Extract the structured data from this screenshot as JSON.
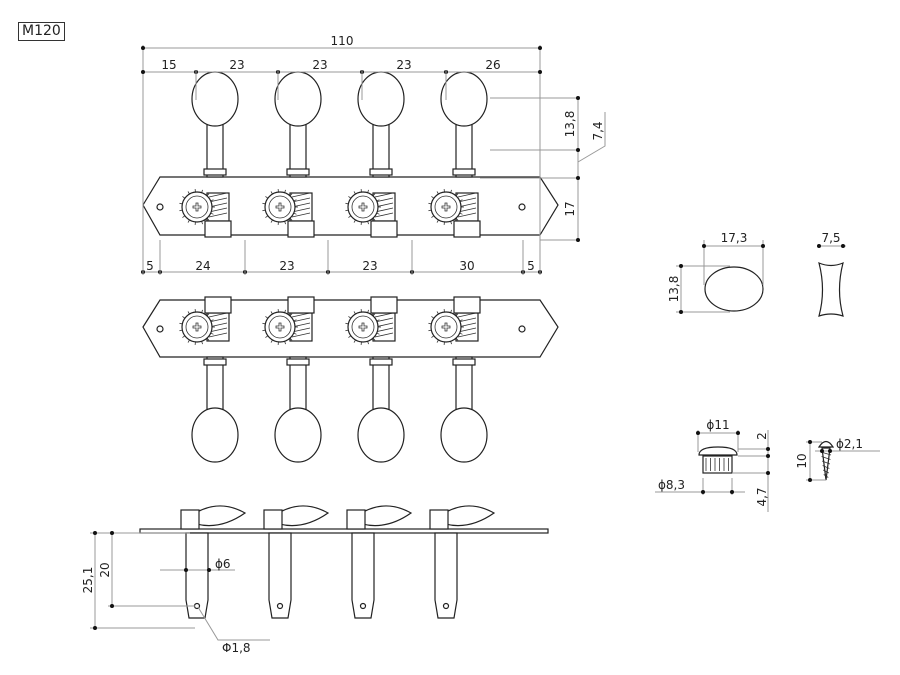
{
  "model": "M120",
  "top_view": {
    "overall": "110",
    "top_spacing": [
      "15",
      "23",
      "23",
      "23",
      "26"
    ],
    "bottom_spacing": [
      "5",
      "24",
      "23",
      "23",
      "30",
      "5"
    ],
    "button_height": "13,8",
    "shaft_offset": "7,4",
    "plate_height": "17"
  },
  "button_detail": {
    "width": "17,3",
    "height": "13,8",
    "thickness": "7,5"
  },
  "bushing": {
    "outer_dia": "ϕ11",
    "inner_dia": "ϕ8,3",
    "flange": "2",
    "length": "4,7"
  },
  "screw": {
    "dia": "ϕ2,1",
    "length": "10"
  },
  "side_view": {
    "total": "25,1",
    "post": "20",
    "post_dia": "ϕ6",
    "hole_dia": "Φ1,8"
  }
}
